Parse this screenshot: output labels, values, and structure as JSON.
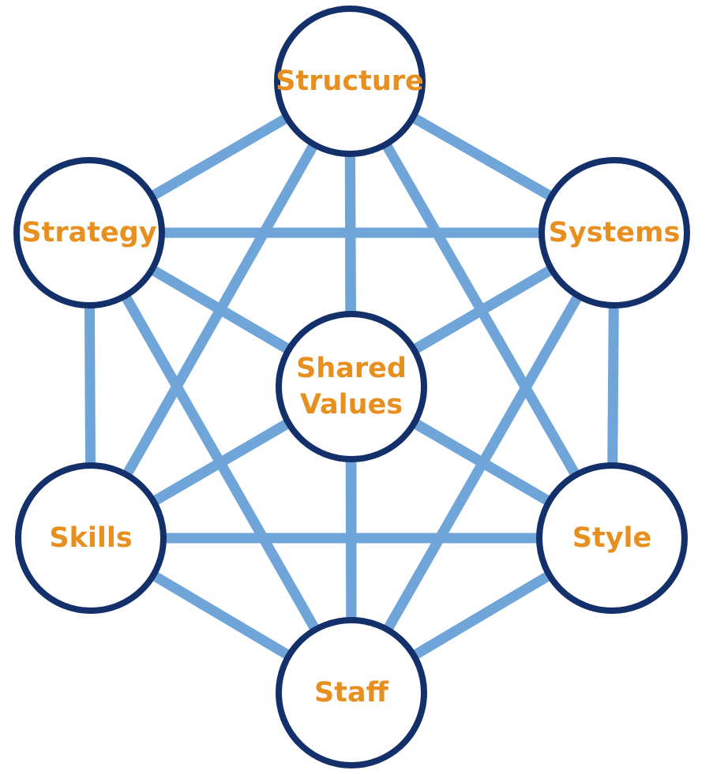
{
  "diagram": {
    "colors": {
      "connector": "#6fa5d8",
      "node_border": "#13306b",
      "node_fill": "#ffffff",
      "label": "#e8901f"
    },
    "nodes": [
      {
        "id": "structure",
        "lines": [
          "Structure"
        ]
      },
      {
        "id": "strategy",
        "lines": [
          "Strategy"
        ]
      },
      {
        "id": "systems",
        "lines": [
          "Systems"
        ]
      },
      {
        "id": "shared-values",
        "lines": [
          "Shared",
          "Values"
        ]
      },
      {
        "id": "skills",
        "lines": [
          "Skills"
        ]
      },
      {
        "id": "style",
        "lines": [
          "Style"
        ]
      },
      {
        "id": "staff",
        "lines": [
          "Staff"
        ]
      }
    ]
  }
}
